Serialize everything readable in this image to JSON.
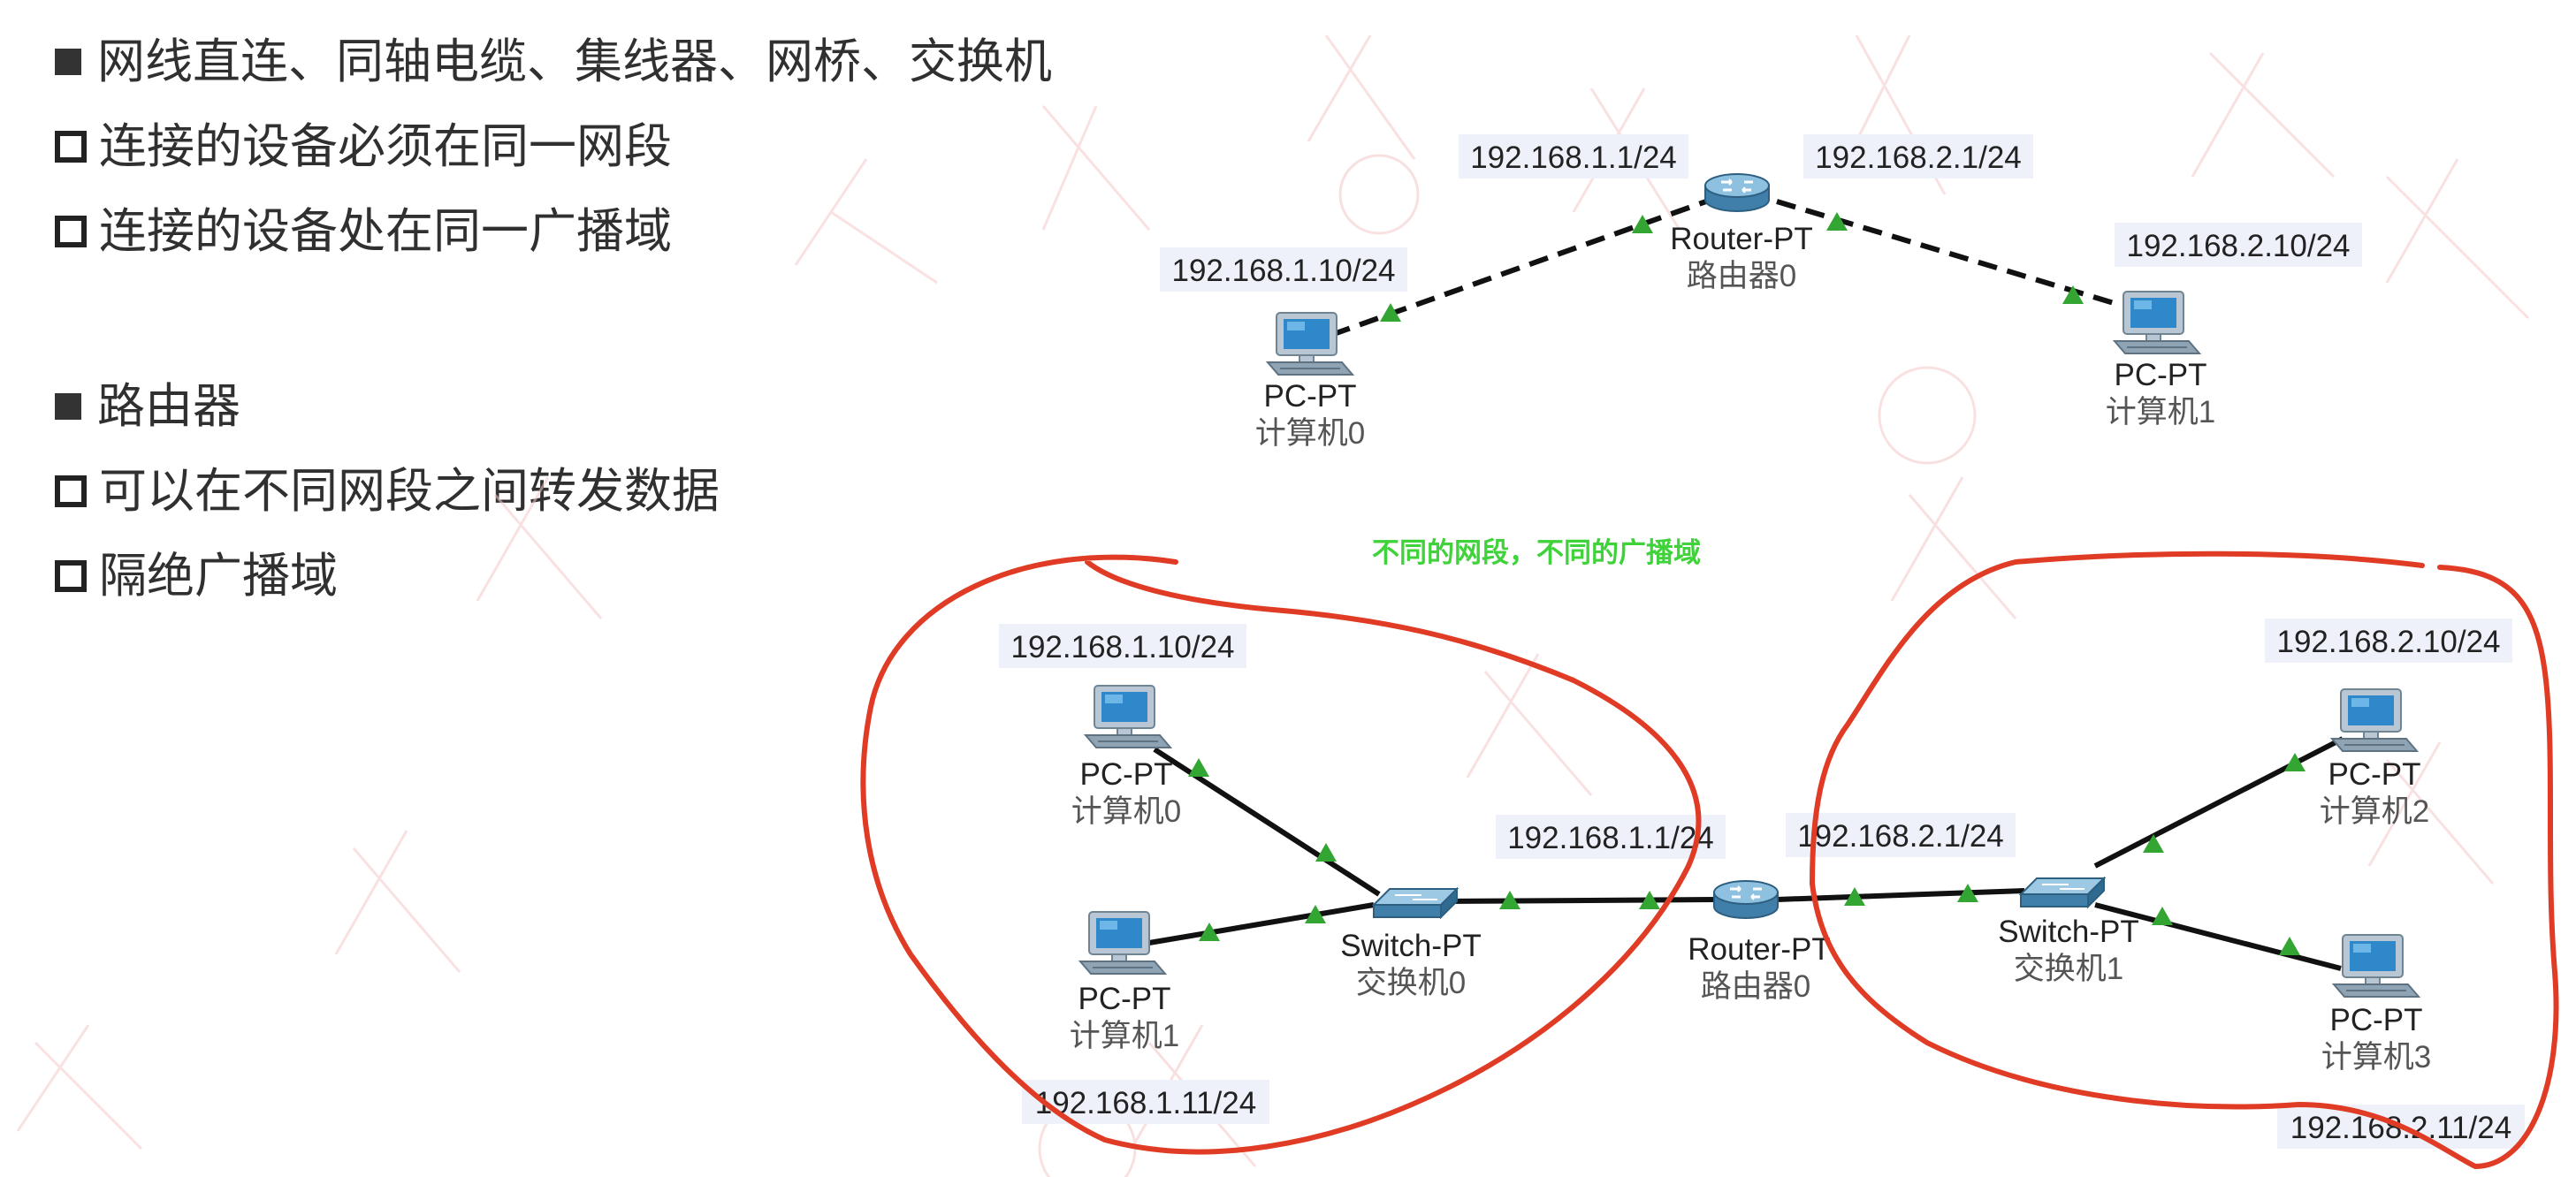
{
  "bullets": [
    {
      "style": "filled",
      "text": "网线直连、同轴电缆、集线器、网桥、交换机"
    },
    {
      "style": "hollow",
      "text": "连接的设备必须在同一网段"
    },
    {
      "style": "hollow",
      "text": "连接的设备处在同一广播域"
    },
    {
      "style": "filled",
      "text": "路由器"
    },
    {
      "style": "hollow",
      "text": "可以在不同网段之间转发数据"
    },
    {
      "style": "hollow",
      "text": "隔绝广播域"
    }
  ],
  "top_diagram": {
    "router": {
      "type": "Router-PT",
      "name": "路由器0"
    },
    "pc0": {
      "type": "PC-PT",
      "name": "计算机0",
      "ip": "192.168.1.10/24"
    },
    "pc1": {
      "type": "PC-PT",
      "name": "计算机1",
      "ip": "192.168.2.10/24"
    },
    "router_if_left": "192.168.1.1/24",
    "router_if_right": "192.168.2.1/24"
  },
  "note": "不同的网段，不同的广播域",
  "bottom_diagram": {
    "pc0": {
      "type": "PC-PT",
      "name": "计算机0",
      "ip": "192.168.1.10/24"
    },
    "pc1": {
      "type": "PC-PT",
      "name": "计算机1",
      "ip": "192.168.1.11/24"
    },
    "pc2": {
      "type": "PC-PT",
      "name": "计算机2",
      "ip": "192.168.2.10/24"
    },
    "pc3": {
      "type": "PC-PT",
      "name": "计算机3",
      "ip": "192.168.2.11/24"
    },
    "switch0": {
      "type": "Switch-PT",
      "name": "交换机0"
    },
    "switch1": {
      "type": "Switch-PT",
      "name": "交换机1"
    },
    "router": {
      "type": "Router-PT",
      "name": "路由器0"
    },
    "router_if_left": "192.168.1.1/24",
    "router_if_right": "192.168.2.1/24"
  },
  "colors": {
    "link_arrow": "#33a532",
    "circle": "#e03b24",
    "note": "#3fd23a",
    "watermark": "#f5c8c8",
    "ip_bg": "#eef1fa"
  }
}
